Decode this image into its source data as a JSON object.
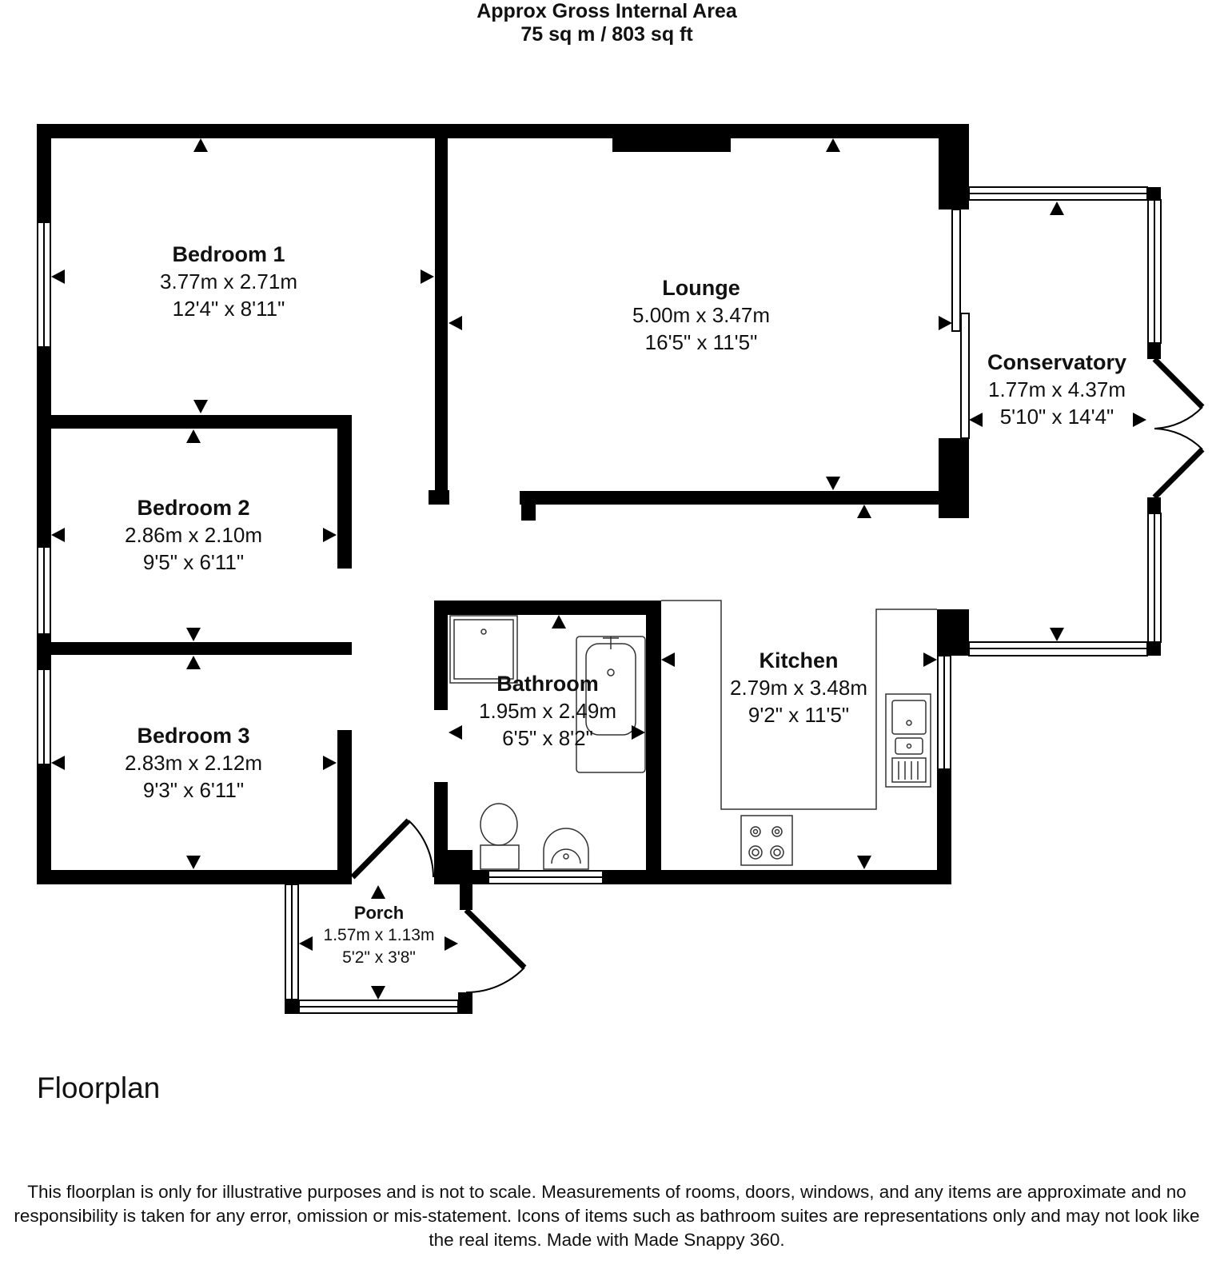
{
  "header": {
    "line1": "Approx Gross Internal Area",
    "line2": "75 sq m / 803 sq ft"
  },
  "rooms": {
    "bedroom1": {
      "name": "Bedroom 1",
      "metric": "3.77m x 2.71m",
      "imperial": "12'4\" x 8'11\""
    },
    "lounge": {
      "name": "Lounge",
      "metric": "5.00m x 3.47m",
      "imperial": "16'5\" x 11'5\""
    },
    "conservatory": {
      "name": "Conservatory",
      "metric": "1.77m x 4.37m",
      "imperial": "5'10\" x 14'4\""
    },
    "bedroom2": {
      "name": "Bedroom 2",
      "metric": "2.86m x 2.10m",
      "imperial": "9'5\" x 6'11\""
    },
    "bathroom": {
      "name": "Bathroom",
      "metric": "1.95m x 2.49m",
      "imperial": "6'5\" x 8'2\""
    },
    "kitchen": {
      "name": "Kitchen",
      "metric": "2.79m x 3.48m",
      "imperial": "9'2\" x 11'5\""
    },
    "bedroom3": {
      "name": "Bedroom 3",
      "metric": "2.83m x 2.12m",
      "imperial": "9'3\" x 6'11\""
    },
    "porch": {
      "name": "Porch",
      "metric": "1.57m x 1.13m",
      "imperial": "5'2\" x 3'8\""
    }
  },
  "caption": "Floorplan",
  "disclaimer": "This floorplan is only for illustrative purposes and is not to scale. Measurements of rooms, doors, windows, and any items are approximate and no responsibility is taken for any error, omission or mis-statement. Icons of items such as bathroom suites are representations only and may not look like the real items. Made with Made Snappy 360."
}
